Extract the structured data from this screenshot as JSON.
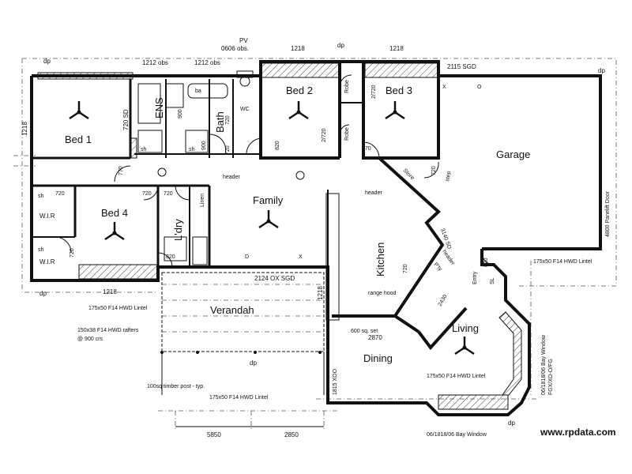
{
  "rooms": {
    "bed1": "Bed 1",
    "bed2": "Bed 2",
    "bed3": "Bed 3",
    "bed4": "Bed 4",
    "ens": "ENS",
    "bath": "Bath",
    "garage": "Garage",
    "family": "Family",
    "laundry": "L'dry",
    "verandah": "Verandah",
    "kitchen": "Kitchen",
    "living": "Living",
    "dining": "Dining",
    "wir_top": "W.I.R",
    "wir_bottom": "W.I.R",
    "robe_a": "Robe",
    "robe_b": "Robe",
    "wc": "WC",
    "store": "Store",
    "pantry": "P'ty",
    "entry": "Entry",
    "linen": "Linen"
  },
  "labels": {
    "pv": "PV",
    "pv_obs": "0606 obs.",
    "dp": "dp",
    "obs_1212_a": "1212 obs",
    "obs_1212_b": "1212 obs",
    "w1218_a": "1218",
    "w1218_b": "1218",
    "w1218_c": "1218",
    "w1218_d": "1218",
    "w1218_e": "1218",
    "sgd_2115": "2115 SGD",
    "sgd_2124": "2124 OX SGD",
    "sd_720": "720 SD",
    "d720": "720",
    "d820": "820",
    "d770": "770",
    "d900": "900",
    "d2720": "2/720",
    "d2430": "2430",
    "d2870": "2870",
    "header": "header",
    "range_hood": "range hood",
    "sq_set": "600 sq. set",
    "panel_lift": "4800 Panelift Door",
    "lintel_a": "175x50 F14 HWD Lintel",
    "lintel_b": "175x50 F14 HWD Lintel",
    "lintel_c": "175x50 F14 HWD Lintel",
    "lintel_d": "175x50 F14 HWD Lintel",
    "rafters": "150x38 F14 HWD rafters",
    "rafters_cts": "@ 900 crs",
    "timber_post": "100sq timber post - typ.",
    "xoo": "1815 XOO",
    "bay_window": "06/1818/06 Bay Window",
    "bay_window_side": "06/1818/06 Bay Window",
    "fgxo": "FGX/XO-O/FG",
    "dim_5850": "5850",
    "dim_2850": "2850",
    "sl": "SL",
    "d3140": "3140 SD",
    "step": "step",
    "sh": "sh",
    "ba": "ba",
    "wall_x": "X",
    "wall_o": "O",
    "wall_d": "D"
  },
  "credit": "www.rpdata.com"
}
